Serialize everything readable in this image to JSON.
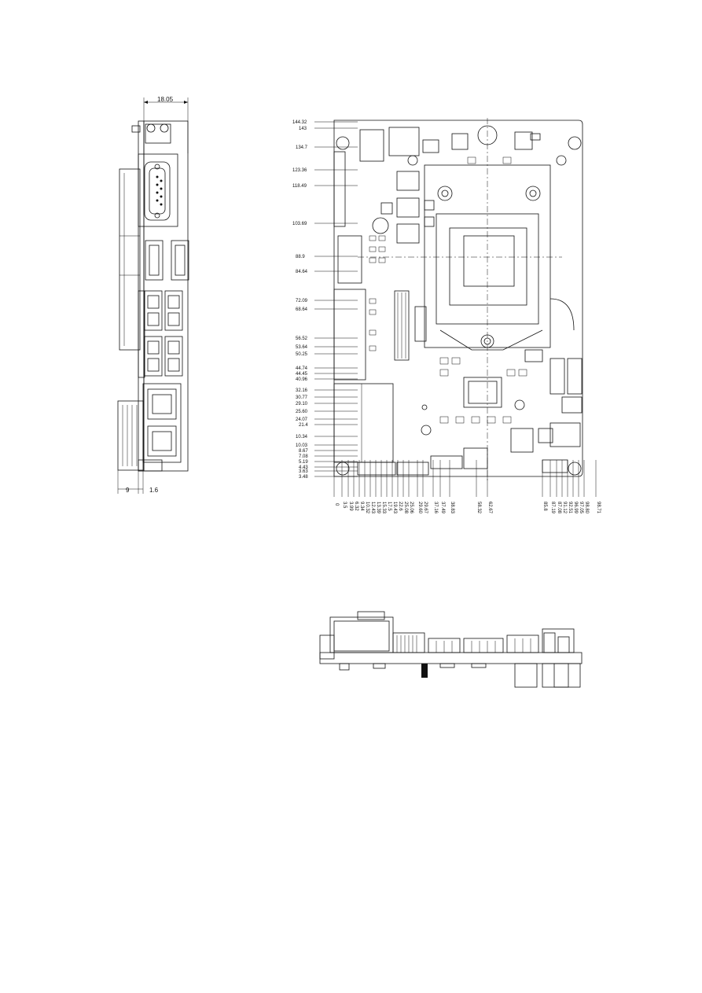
{
  "side_view": {
    "top_dimension": "18.05",
    "bottom_dimensions": [
      "9",
      "1.6"
    ]
  },
  "board_top_view": {
    "left_dimensions": [
      "144.32",
      "143",
      "134.7",
      "123.36",
      "118.49",
      "103.69",
      "88.9",
      "84.64",
      "72.09",
      "68.64",
      "56.52",
      "53.64",
      "50.25",
      "44.74",
      "44.45",
      "40.96",
      "32.16",
      "30.77",
      "29.10",
      "25.60",
      "24.07",
      "21.4",
      "10.34",
      "10.03",
      "8.67",
      "7.08",
      "5.19",
      "4.43",
      "3.63",
      "3.48"
    ],
    "bottom_dimensions": [
      "0",
      "3.5",
      "3.99",
      "6.32",
      "9.34",
      "10.32",
      "12.43",
      "13.39",
      "15.33",
      "17.5",
      "19.43",
      "22.6",
      "25.08",
      "25.06",
      "29.60",
      "29.67",
      "37.16",
      "37.49",
      "38.83",
      "58.32",
      "62.67",
      "85.8",
      "87.19",
      "87.08",
      "91.12",
      "92.51",
      "96.99",
      "97.05",
      "98.80",
      "98.71"
    ]
  },
  "front_view": {}
}
